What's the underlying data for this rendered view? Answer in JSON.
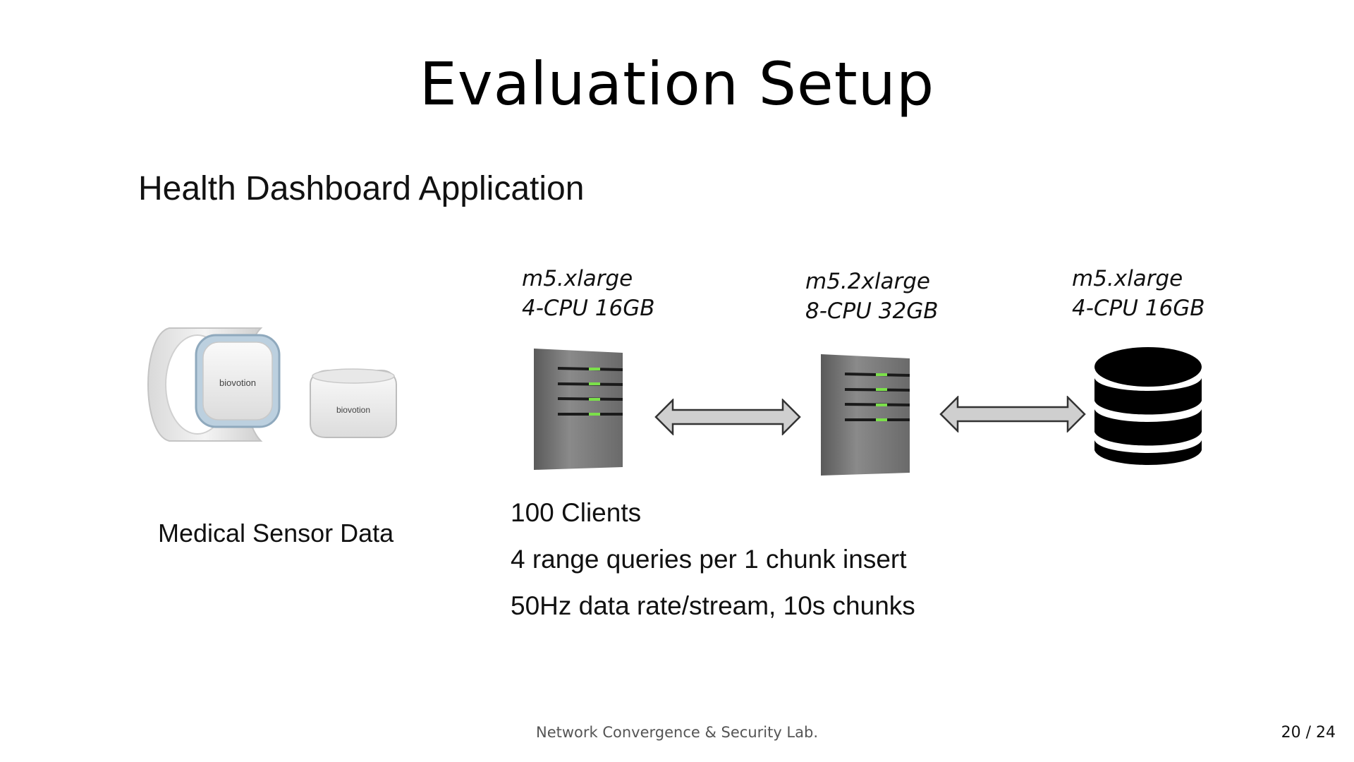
{
  "slide": {
    "title": "Evaluation Setup",
    "subtitle": "Health Dashboard Application"
  },
  "sensor": {
    "caption": "Medical Sensor Data",
    "brand": "biovotion",
    "icon": "wearable-sensor-device-icon"
  },
  "nodes": [
    {
      "instance": "m5.xlarge",
      "spec": "4-CPU 16GB",
      "icon": "server-icon"
    },
    {
      "instance": "m5.2xlarge",
      "spec": "8-CPU 32GB",
      "icon": "server-icon"
    },
    {
      "instance": "m5.xlarge",
      "spec": "4-CPU 16GB",
      "icon": "database-icon"
    }
  ],
  "connections": [
    "bidirectional-arrow-icon",
    "bidirectional-arrow-icon"
  ],
  "workload": [
    "100 Clients",
    "4 range queries per 1 chunk insert",
    "50Hz data rate/stream, 10s chunks"
  ],
  "footer": {
    "lab": "Network Convergence & Security Lab.",
    "page": "20 / 24"
  },
  "colors": {
    "server_body": "#7a7a7a",
    "server_led": "#7be04a",
    "arrow_fill": "#cfcfcf",
    "database": "#000000",
    "sensor_accent": "#9fb8cc"
  }
}
